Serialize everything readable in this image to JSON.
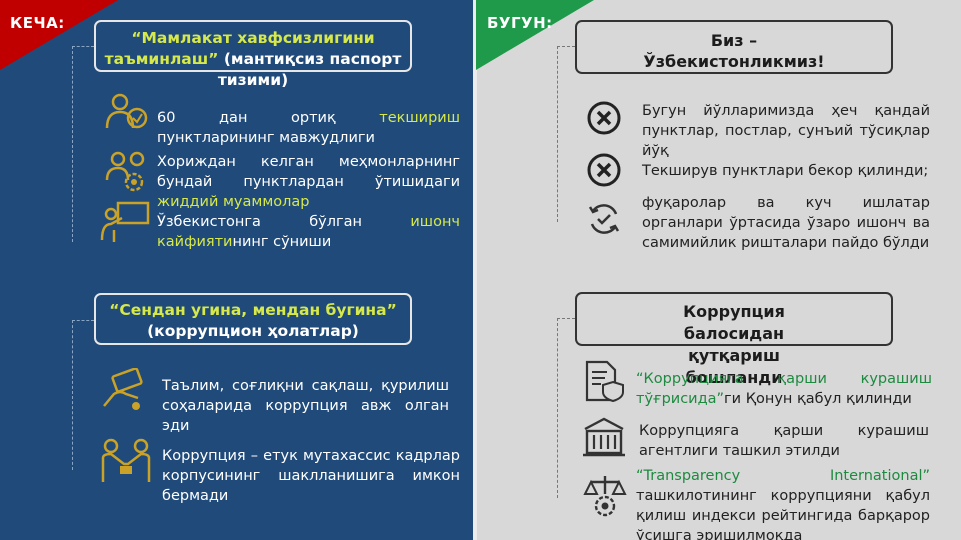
{
  "left": {
    "corner_label": "КЕЧА:",
    "box1": {
      "title_hl": "“Мамлакат хавфсизлигини таъминлаш”",
      "title_rest": " (мантиқсиз паспорт тизими)"
    },
    "item1": {
      "a": "60 дан ортиқ ",
      "b": "текшириш",
      "c": " пунктларининг мавжудлиги"
    },
    "item2": {
      "a": "Хориждан келган меҳмонларнинг бундай пунктлардан ўтишидаги ",
      "b": "жиддий муаммолар"
    },
    "item3": {
      "a": "Ўзбекистонга бўлган ",
      "b": "ишонч кайфияти",
      "c": "нинг сўниши"
    },
    "box2": {
      "title_hl": "“Сендан угина, мендан бугина”",
      "title_rest": " (коррупцион ҳолатлар)"
    },
    "item4": "Таълим, соғлиқни сақлаш, қурилиш соҳаларида коррупция авж олган эди",
    "item5": "Коррупция – етук мутахассис кадрлар корпусининг шаклланишига имкон бермади"
  },
  "right": {
    "corner_label": "БУГУН:",
    "box1": {
      "title": "Биз – Ўзбекистонликмиз!"
    },
    "item1": "Бугун йўлларимизда ҳеч қандай пунктлар, постлар, сунъий тўсиқлар йўқ",
    "item2": "Текширув пунктлари бекор қилинди;",
    "item3": "фуқаролар ва куч ишлатар органлари ўртасида ўзаро ишонч ва самимийлик ришталари пайдо бўлди",
    "box2": {
      "title": "Коррупция балосидан қутқариш бошланди"
    },
    "item4": {
      "a": "“Коррупцияга қарши курашиш тўғрисида”",
      "b": "ги Қонун қабул қилинди"
    },
    "item5": "Коррупцияга қарши курашиш агентлиги ташкил этилди",
    "item6": {
      "a": "“Transparency International”",
      "b": " ташкилотининг коррупцияни қабул қилиш индекси рейтингида барқарор ўсишга эришилмоқда"
    }
  },
  "colors": {
    "left_bg": "#1f4a7a",
    "right_bg": "#d8d8d8",
    "highlight": "#d6e84a",
    "red": "#c00000",
    "green": "#1e9a4a"
  }
}
